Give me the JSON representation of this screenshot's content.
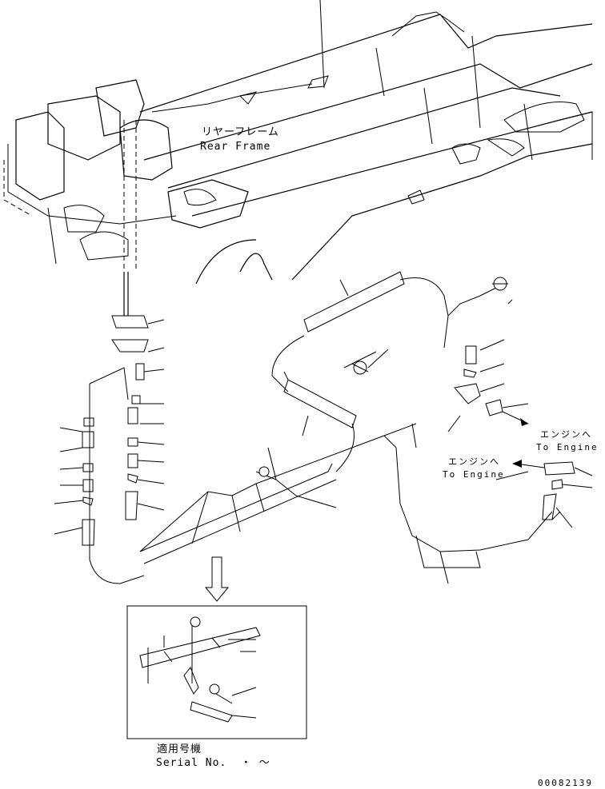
{
  "labels": {
    "rear_frame_jp": "リヤーフレーム",
    "rear_frame_en": "Rear Frame",
    "to_engine_upper_jp": "エンジンへ",
    "to_engine_upper_en": "To Engine",
    "to_engine_lower_jp": "エンジンへ",
    "to_engine_lower_en": "To Engine",
    "serial_jp": "適用号機",
    "serial_en": "Serial No.  ・ ～",
    "drawing_no": "00082139"
  }
}
